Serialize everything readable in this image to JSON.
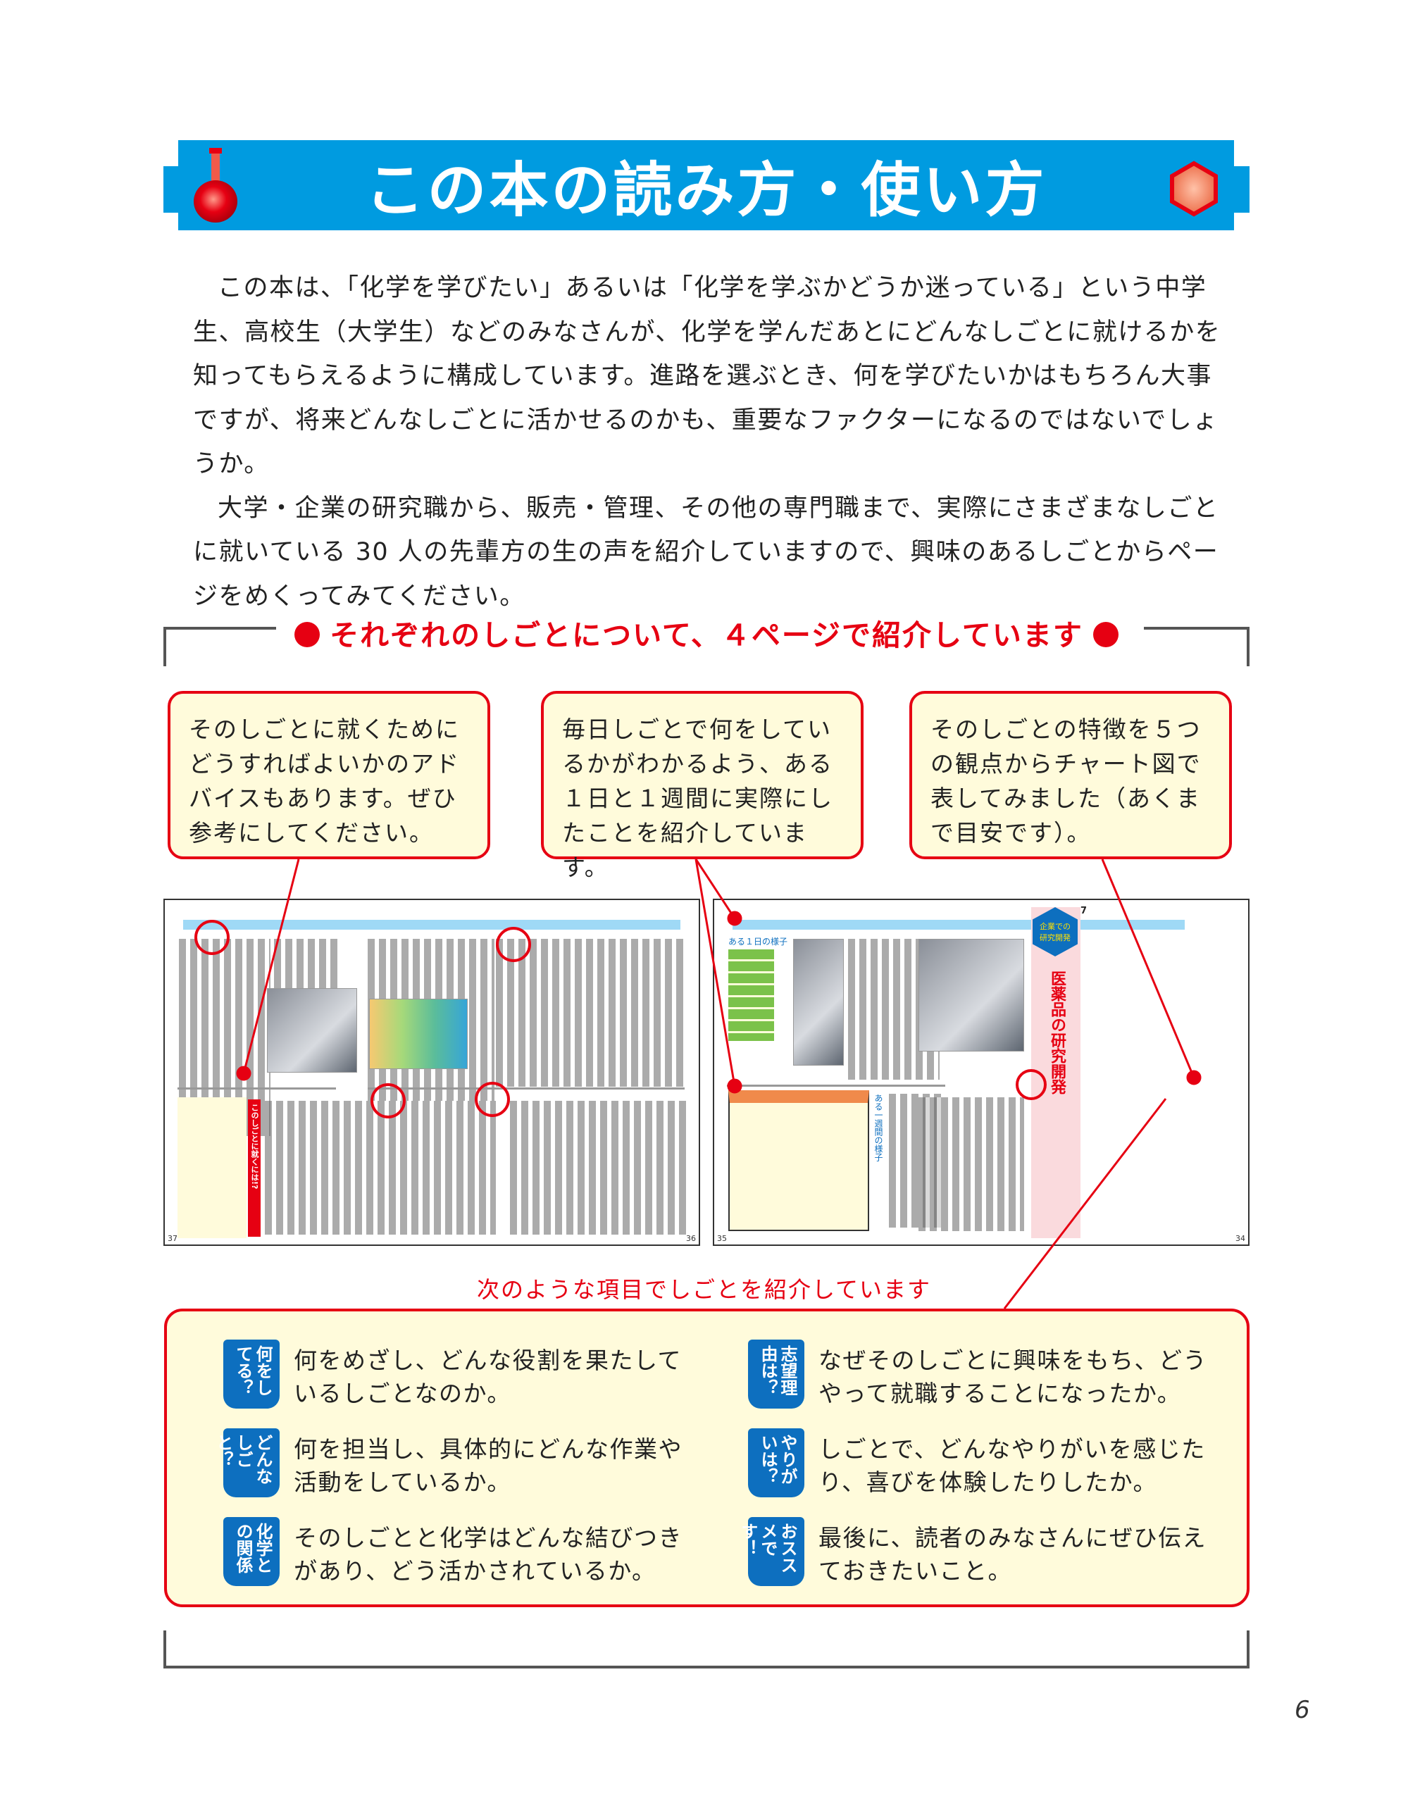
{
  "header": {
    "title": "この本の読み方・使い方",
    "left_icon": "flask-icon",
    "right_icon": "hexagon-icon",
    "color": "#009be0"
  },
  "intro": {
    "paragraphs": [
      "この本は、「化学を学びたい」あるいは「化学を学ぶかどうか迷っている」という中学生、高校生（大学生）などのみなさんが、化学を学んだあとにどんなしごとに就けるかを知ってもらえるように構成しています。進路を選ぶとき、何を学びたいかはもちろん大事ですが、将来どんなしごとに活かせるのかも、重要なファクターになるのではないでしょうか。",
      "大学・企業の研究職から、販売・管理、その他の専門職まで、実際にさまざまなしごとに就いている 30 人の先輩方の生の声を紹介していますので、興味のあるしごとからページをめくってみてください。"
    ]
  },
  "section": {
    "title": "それぞれのしごとについて、４ページで紹介しています",
    "accent": "#e60012"
  },
  "callouts": [
    "そのしごとに就くためにどうすればよいかのアドバイスもあります。ぜひ参考にしてください。",
    "毎日しごとで何をしているかがわかるよう、ある１日と１週間に実際にしたことを紹介しています。",
    "そのしごとの特徴を５つの観点からチャート図で表してみました（あくまで目安です）。"
  ],
  "spread": {
    "pages": [
      "37",
      "36",
      "35",
      "34"
    ],
    "job_title": "医薬品の研究開発",
    "category": "企業での研究開発",
    "number": "7",
    "day_label": "ある１日の様子",
    "week_label": "ある一週間の様子",
    "advice_label": "このしごとに就くには!?"
  },
  "items": {
    "subtitle": "次のような項目でしごとを紹介しています",
    "list": [
      {
        "tab": "何をしてる？",
        "text": "何をめざし、どんな役割を果たしているしごとなのか。"
      },
      {
        "tab": "どんなしごと？",
        "text": "何を担当し、具体的にどんな作業や活動をしているか。"
      },
      {
        "tab": "化学との関係",
        "text": "そのしごとと化学はどんな結びつきがあり、どう活かされているか。"
      },
      {
        "tab": "志望理由は？",
        "text": "なぜそのしごとに興味をもち、どうやって就職することになったか。"
      },
      {
        "tab": "やりがいは？",
        "text": "しごとで、どんなやりがいを感じたり、喜びを体験したりしたか。"
      },
      {
        "tab": "おススメです！",
        "text": "最後に、読者のみなさんにぜひ伝えておきたいこと。"
      }
    ],
    "tab_color": "#0d6fbf"
  },
  "page_number": "6"
}
